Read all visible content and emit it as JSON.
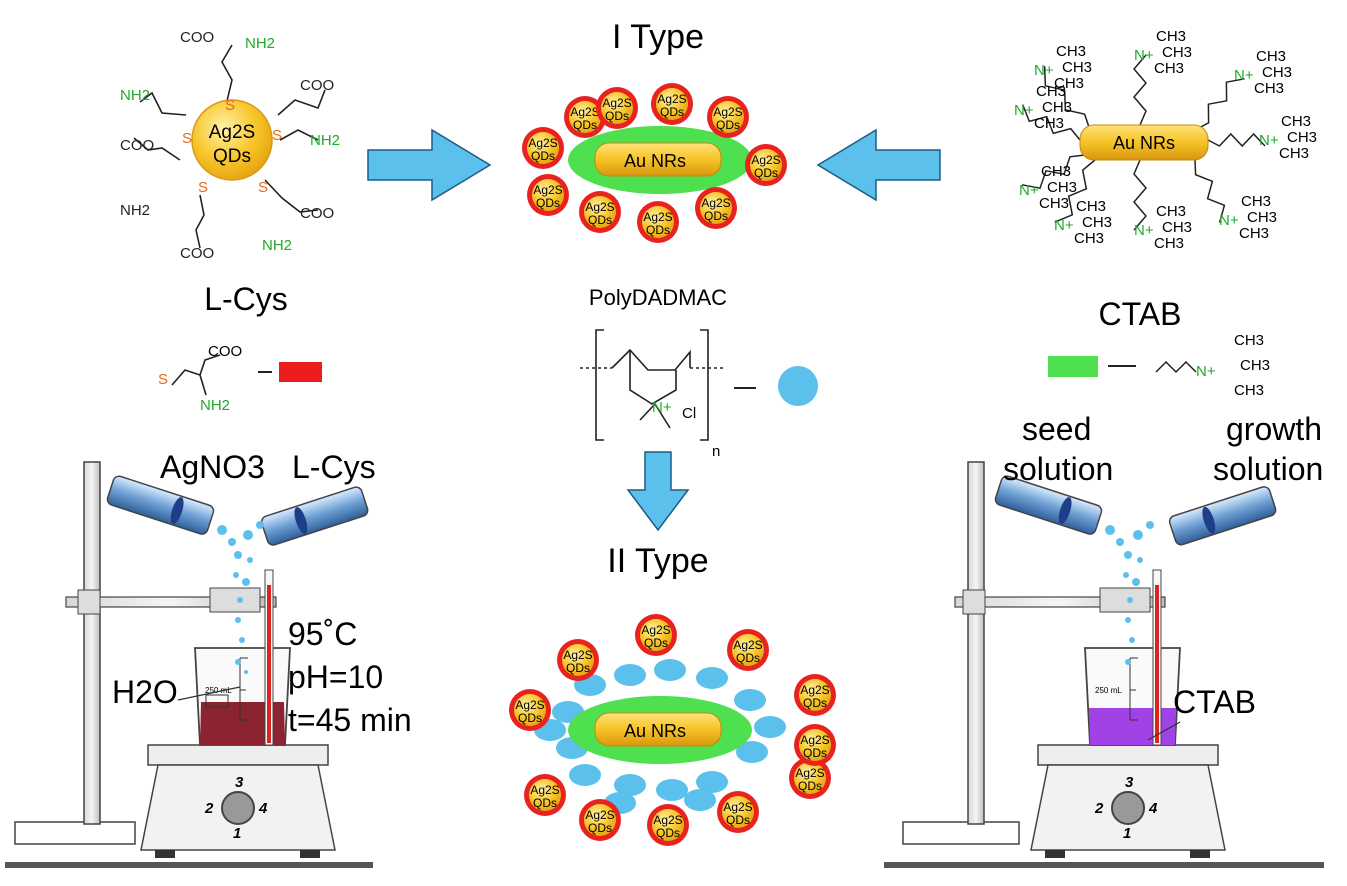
{
  "labels": {
    "type1": "I Type",
    "type2": "II Type",
    "lcys_title": "L-Cys",
    "polydadmac": "PolyDADMAC",
    "ctab_title": "CTAB",
    "agno3": "AgNO3",
    "lcys_tube": "L-Cys",
    "seed": "seed",
    "seed2": "solution",
    "growth": "growth",
    "growth2": "solution",
    "h2o": "H2O",
    "temp": "95˚C",
    "ph": "pH=10",
    "time": "t=45 min",
    "ctab_beaker": "CTAB",
    "beaker_volume": "250 mL"
  },
  "particles": {
    "qd_line1": "Ag2S",
    "qd_line2": "QDs",
    "nr_label": "Au NRs"
  },
  "chemistry": {
    "coo": "COO",
    "nh2": "NH2",
    "s": "S",
    "ch3": "CH3",
    "n_plus": "N+",
    "cl": "Cl",
    "n_sub": "n"
  },
  "legend": {
    "lcys_color": "#ee1d1d",
    "polydadmac_color": "#5bc0eb",
    "ctab_color": "#4fe04f"
  },
  "colors": {
    "arrow": "#5bc0eb",
    "qd_fill": "#f7c325",
    "qd_ring": "#e8231f",
    "rod_fill": "#f7c325",
    "ctab_layer": "#4fe04f",
    "solution_left": "#8b2430",
    "solution_right": "#a142e6"
  },
  "hotplate": {
    "dial_1": "1",
    "dial_2": "2",
    "dial_3": "3",
    "dial_4": "4"
  }
}
